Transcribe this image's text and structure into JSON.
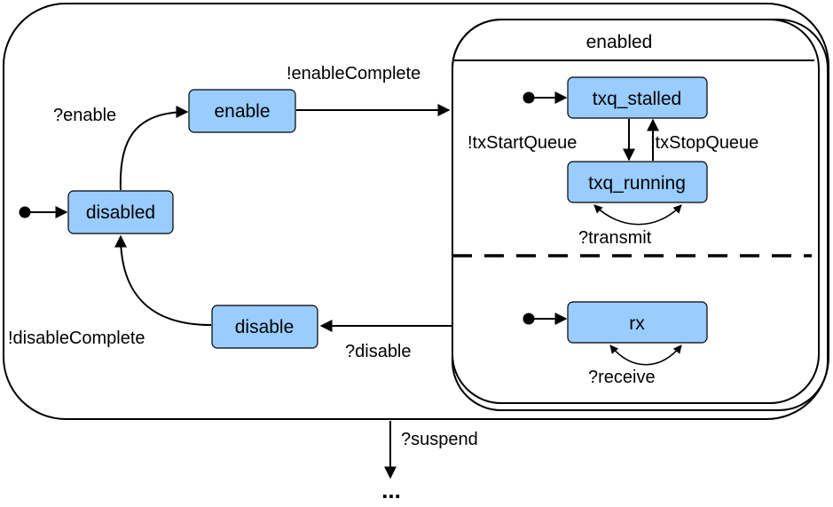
{
  "states": {
    "disabled": "disabled",
    "enable": "enable",
    "disable": "disable",
    "enabled": "enabled",
    "txq_stalled": "txq_stalled",
    "txq_running": "txq_running",
    "rx": "rx"
  },
  "transitions": {
    "enable_event": "?enable",
    "enable_complete": "!enableComplete",
    "disable_event": "?disable",
    "disable_complete": "!disableComplete",
    "tx_start_queue": "!txStartQueue",
    "tx_stop_queue": "!txStopQueue",
    "transmit": "?transmit",
    "receive": "?receive",
    "suspend": "?suspend"
  },
  "continuation": "...",
  "colors": {
    "state_fill": "#99ccff",
    "stroke": "#000000",
    "background": "#ffffff"
  }
}
